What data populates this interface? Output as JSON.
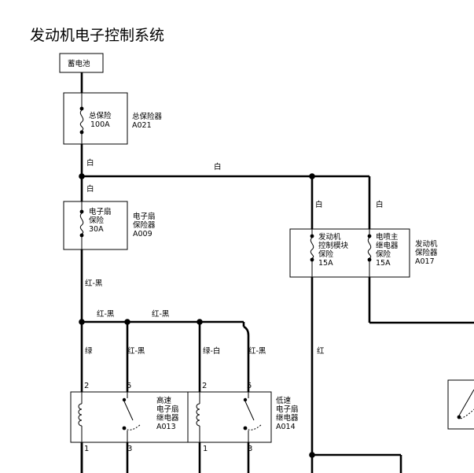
{
  "title": "发动机电子控制系统",
  "battery": {
    "label": "蓄电池"
  },
  "main_fuse": {
    "name": "总保险",
    "rating": "100A",
    "block_name": "总保险器",
    "block_code": "A021"
  },
  "fan_fuse": {
    "name_line1": "电子扇",
    "name_line2": "保险",
    "rating": "30A",
    "block_line1": "电子扇",
    "block_line2": "保险器",
    "block_code": "A009"
  },
  "engine_fuse_block": {
    "block_line1": "发动机",
    "block_line2": "保险器",
    "block_code": "A017",
    "fuse_a": {
      "line1": "发动机",
      "line2": "控制模块",
      "line3": "保险",
      "rating": "15A"
    },
    "fuse_b": {
      "line1": "电喷主",
      "line2": "继电器",
      "line3": "保险",
      "rating": "15A"
    }
  },
  "wire_colors": {
    "white_a": "白",
    "white_b": "白",
    "white_c": "白",
    "white_d": "白",
    "white_e": "白",
    "red_black_main": "红-黑",
    "red_black_branch_a": "红-黑",
    "red_black_branch_b": "红-黑",
    "red_black_drop_a": "红-黑",
    "red_black_drop_b": "红-黑",
    "green": "绿",
    "green_white": "绿-白",
    "red": "红"
  },
  "relay_high": {
    "line1": "高速",
    "line2": "电子扇",
    "line3": "继电器",
    "code": "A013",
    "pins": {
      "p2": "2",
      "p5": "5",
      "p1": "1",
      "p3": "3"
    }
  },
  "relay_low": {
    "line1": "低速",
    "line2": "电子扇",
    "line3": "继电器",
    "code": "A014",
    "pins": {
      "p2": "2",
      "p5": "5",
      "p1": "1",
      "p3": "3"
    }
  }
}
